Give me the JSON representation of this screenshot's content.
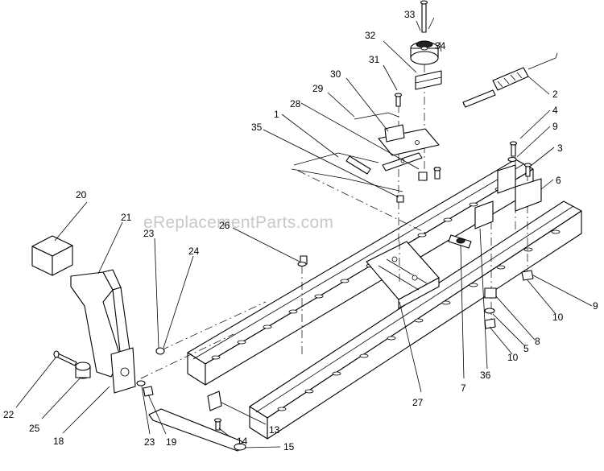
{
  "watermark": "eReplacementParts.com",
  "callouts": [
    {
      "id": "33",
      "label": "33"
    },
    {
      "id": "34",
      "label": "34"
    },
    {
      "id": "32",
      "label": "32"
    },
    {
      "id": "31",
      "label": "31"
    },
    {
      "id": "2",
      "label": "2"
    },
    {
      "id": "30",
      "label": "30"
    },
    {
      "id": "29",
      "label": "29"
    },
    {
      "id": "4",
      "label": "4"
    },
    {
      "id": "28",
      "label": "28"
    },
    {
      "id": "1",
      "label": "1"
    },
    {
      "id": "9a",
      "label": "9"
    },
    {
      "id": "35",
      "label": "35"
    },
    {
      "id": "3",
      "label": "3"
    },
    {
      "id": "6",
      "label": "6"
    },
    {
      "id": "20",
      "label": "20"
    },
    {
      "id": "21",
      "label": "21"
    },
    {
      "id": "26",
      "label": "26"
    },
    {
      "id": "23a",
      "label": "23"
    },
    {
      "id": "24",
      "label": "24"
    },
    {
      "id": "9b",
      "label": "9"
    },
    {
      "id": "10a",
      "label": "10"
    },
    {
      "id": "8",
      "label": "8"
    },
    {
      "id": "5",
      "label": "5"
    },
    {
      "id": "10b",
      "label": "10"
    },
    {
      "id": "36",
      "label": "36"
    },
    {
      "id": "7",
      "label": "7"
    },
    {
      "id": "27",
      "label": "27"
    },
    {
      "id": "22",
      "label": "22"
    },
    {
      "id": "25",
      "label": "25"
    },
    {
      "id": "18",
      "label": "18"
    },
    {
      "id": "23b",
      "label": "23"
    },
    {
      "id": "19",
      "label": "19"
    },
    {
      "id": "13",
      "label": "13"
    },
    {
      "id": "14",
      "label": "14"
    },
    {
      "id": "15",
      "label": "15"
    }
  ]
}
